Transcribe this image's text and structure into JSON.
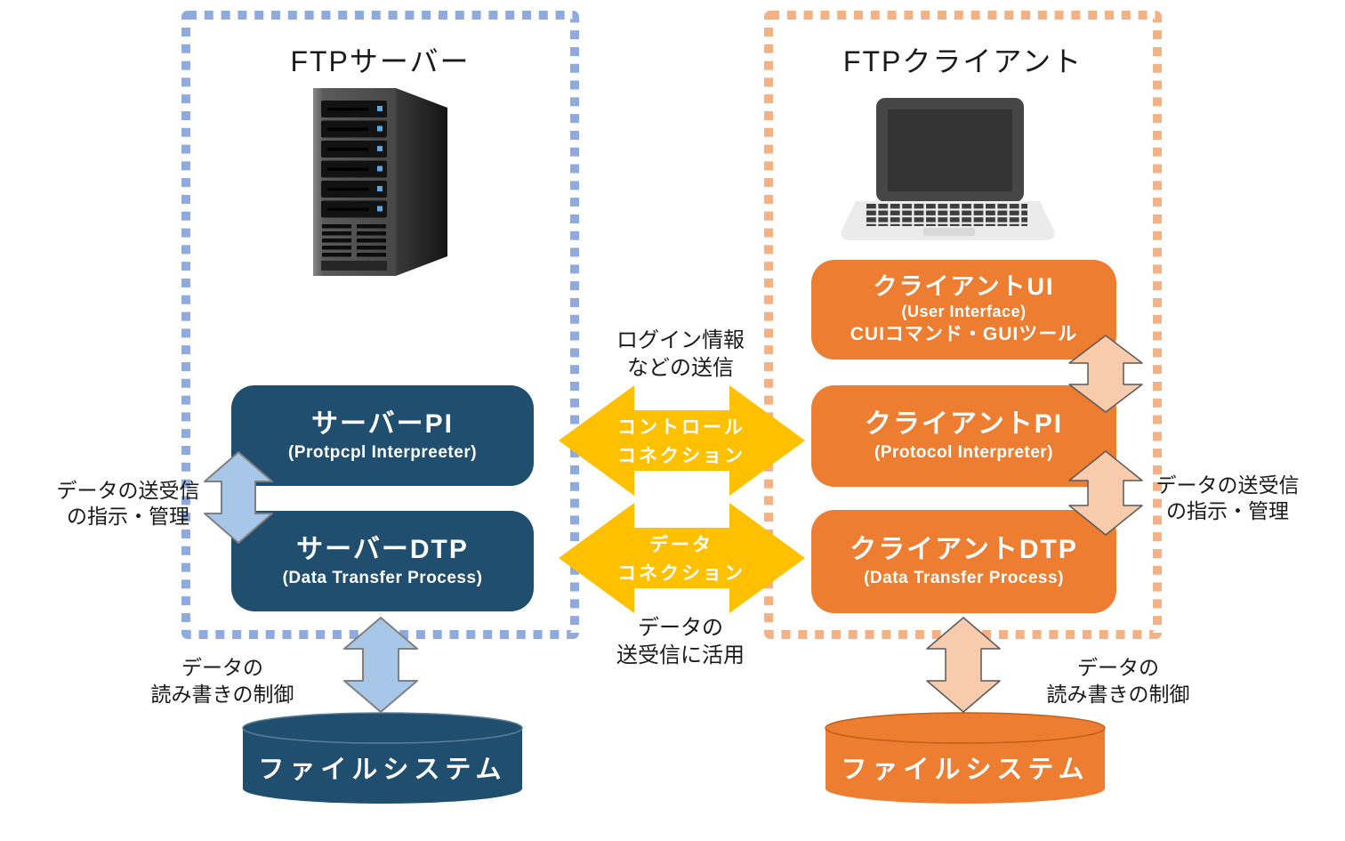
{
  "colors": {
    "server_box": "#1F4E6E",
    "server_border": "#8FAADC",
    "server_arrow_fill": "#A7C6E8",
    "server_arrow_outline": "#7F7F7F",
    "client_box": "#ED7D31",
    "client_border": "#F4B183",
    "client_arrow_fill": "#F8CBAD",
    "client_arrow_outline": "#595959",
    "connection_arrow": "#FFC000",
    "text": "#1A1A1A",
    "box_text": "#FFFFFF"
  },
  "server_panel": {
    "title": "FTPサーバー",
    "icon": "server-tower-icon",
    "pi_box": {
      "title": "サーバーPI",
      "subtitle": "(Protpcpl Interpreeter)"
    },
    "dtp_box": {
      "title": "サーバーDTP",
      "subtitle": "(Data Transfer Process)"
    },
    "pi_dtp_label": {
      "line1": "データの送受信",
      "line2": "の指示・管理"
    },
    "fs_label": {
      "line1": "データの",
      "line2": "読み書きの制御"
    },
    "filesystem_label": "ファイルシステム"
  },
  "client_panel": {
    "title": "FTPクライアント",
    "icon": "laptop-icon",
    "ui_box": {
      "title": "クライアントUI",
      "subtitle": "(User Interface)",
      "subtitle2": "CUIコマンド・GUIツール"
    },
    "pi_box": {
      "title": "クライアントPI",
      "subtitle": "(Protocol Interpreter)"
    },
    "dtp_box": {
      "title": "クライアントDTP",
      "subtitle": "(Data Transfer Process)"
    },
    "pi_dtp_label": {
      "line1": "データの送受信",
      "line2": "の指示・管理"
    },
    "fs_label": {
      "line1": "データの",
      "line2": "読み書きの制御"
    },
    "filesystem_label": "ファイルシステム"
  },
  "connections": {
    "control": {
      "label_line1": "コントロール",
      "label_line2": "コネクション",
      "note_line1": "ログイン情報",
      "note_line2": "などの送信"
    },
    "data": {
      "label_line1": "データ",
      "label_line2": "コネクション",
      "note_line1": "データの",
      "note_line2": "送受信に活用"
    }
  }
}
